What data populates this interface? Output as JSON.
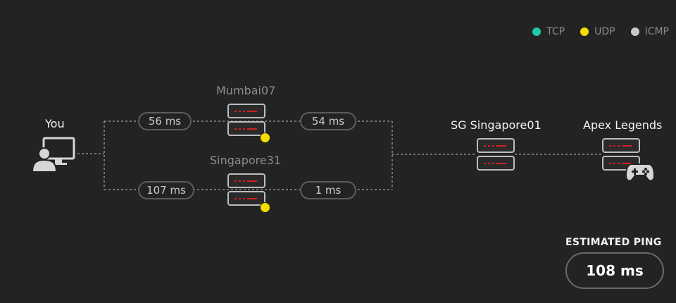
{
  "legend": [
    {
      "label": "TCP",
      "color": "#1ec9a4"
    },
    {
      "label": "UDP",
      "color": "#f5dd00"
    },
    {
      "label": "ICMP",
      "color": "#c8c8c8"
    }
  ],
  "nodes": {
    "you": "You",
    "relay1": "Mumbai07",
    "relay2": "Singapore31",
    "server": "SG Singapore01",
    "game": "Apex Legends"
  },
  "latency": {
    "you_relay1": "56 ms",
    "relay1_server": "54 ms",
    "you_relay2": "107 ms",
    "relay2_server": "1 ms"
  },
  "estimated": {
    "title": "ESTIMATED PING",
    "value": "108 ms"
  },
  "colors": {
    "background": "#232324",
    "server_led": "#d12020",
    "line": "#8c8c8c"
  },
  "icons": [
    "user-computer-icon",
    "server-icon",
    "gamepad-icon",
    "udp-status-dot"
  ]
}
